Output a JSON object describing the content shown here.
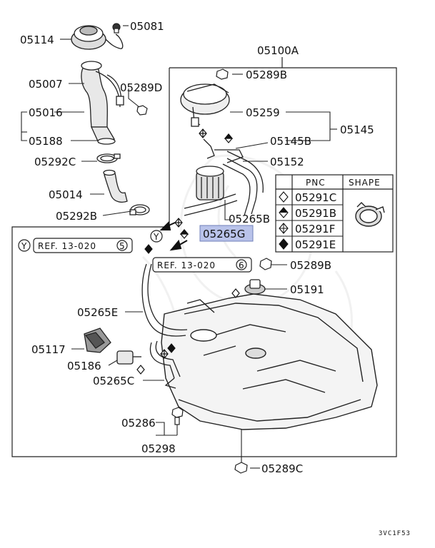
{
  "diagram_title": "05100A",
  "footer_code": "3VC1F53",
  "highlighted_part": "05265G",
  "highlight_color": "#b9c3ea",
  "parts": {
    "p05081": "05081",
    "p05114": "05114",
    "p05007": "05007",
    "p05289D": "05289D",
    "p05016": "05016",
    "p05188": "05188",
    "p05292C": "05292C",
    "p05014": "05014",
    "p05292B": "05292B",
    "p05289B_top": "05289B",
    "p05259": "05259",
    "p05145": "05145",
    "p05145B": "05145B",
    "p05152": "05152",
    "p05265B": "05265B",
    "p05265G": "05265G",
    "p05289B_mid": "05289B",
    "p05191": "05191",
    "p05265E": "05265E",
    "p05117": "05117",
    "p05186": "05186",
    "p05265C": "05265C",
    "p05286": "05286",
    "p05298": "05298",
    "p05289C": "05289C"
  },
  "refs": {
    "ref_left_circle": "Y",
    "ref_left_text": "REF. 13-020",
    "ref_left_num": "5",
    "ref_y_marker": "Y",
    "ref_mid_text": "REF. 13-020",
    "ref_mid_num": "6"
  },
  "shape_table": {
    "headers": [
      "PNC",
      "SHAPE"
    ],
    "rows": [
      {
        "symbol": "diamond-outline",
        "pnc": "05291C"
      },
      {
        "symbol": "diamond-half",
        "pnc": "05291B"
      },
      {
        "symbol": "diamond-cross",
        "pnc": "05291F"
      },
      {
        "symbol": "diamond-filled",
        "pnc": "05291E"
      }
    ]
  }
}
